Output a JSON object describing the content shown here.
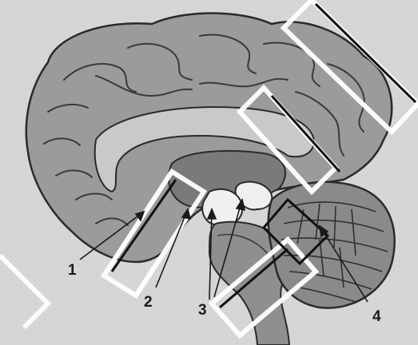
{
  "labels": {
    "one": "1",
    "two": "2",
    "three": "3",
    "four": "4"
  },
  "colors": {
    "background": "#d9d9d9",
    "cortex": "#9a9a9a",
    "corpus_callosum": "#c8c8c8",
    "thalamus": "#7a7a7a",
    "cerebellum": "#8a8a8a",
    "brainstem": "#8f8f8f",
    "outline": "#2a2a2a",
    "overlay_frame": "#ffffff"
  },
  "structures": [
    "cerebral-cortex",
    "corpus-callosum",
    "thalamus",
    "midbrain",
    "cerebellum",
    "brainstem"
  ]
}
